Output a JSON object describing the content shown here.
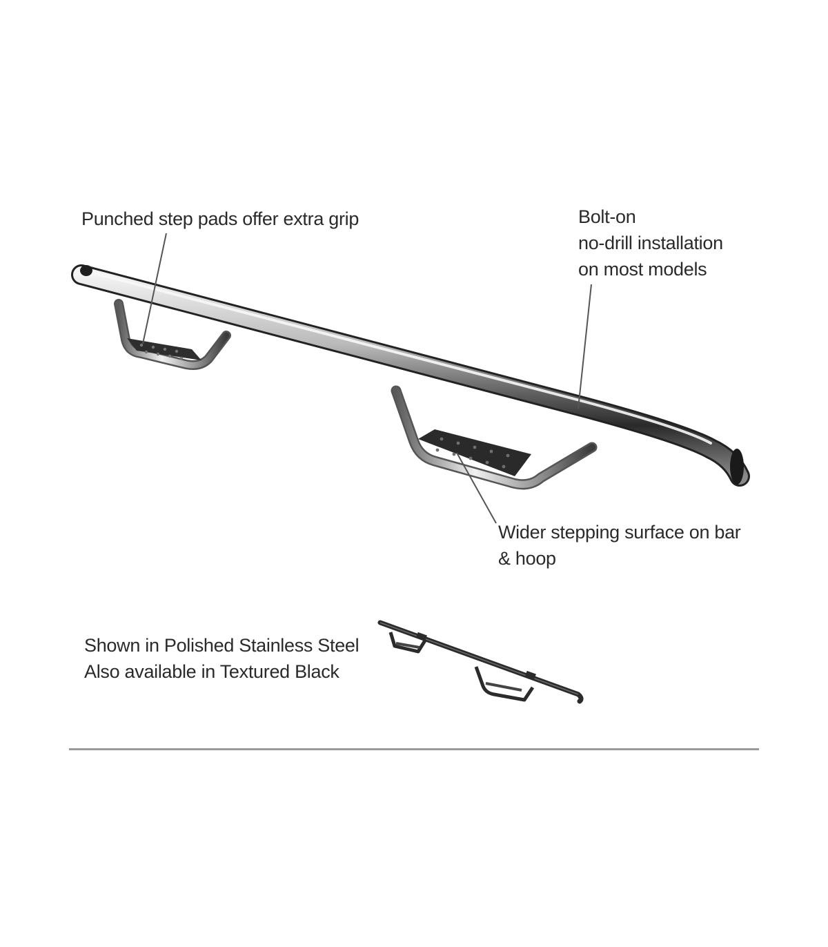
{
  "callouts": {
    "step_pads": "Punched step pads offer extra grip",
    "bolt_on": [
      "Bolt-on",
      "no-drill installation",
      "on most models"
    ],
    "wider_surface": [
      "Wider stepping surface on bar",
      "& hoop"
    ]
  },
  "finish": {
    "shown_in": "Shown in Polished Stainless Steel",
    "also_available": "Also available in Textured Black"
  },
  "colors": {
    "background": "#ffffff",
    "leader_line": "#555555",
    "divider": "#9a9a9a",
    "stainless": "#c9c9c9",
    "textured_black": "#2b2b2b"
  }
}
